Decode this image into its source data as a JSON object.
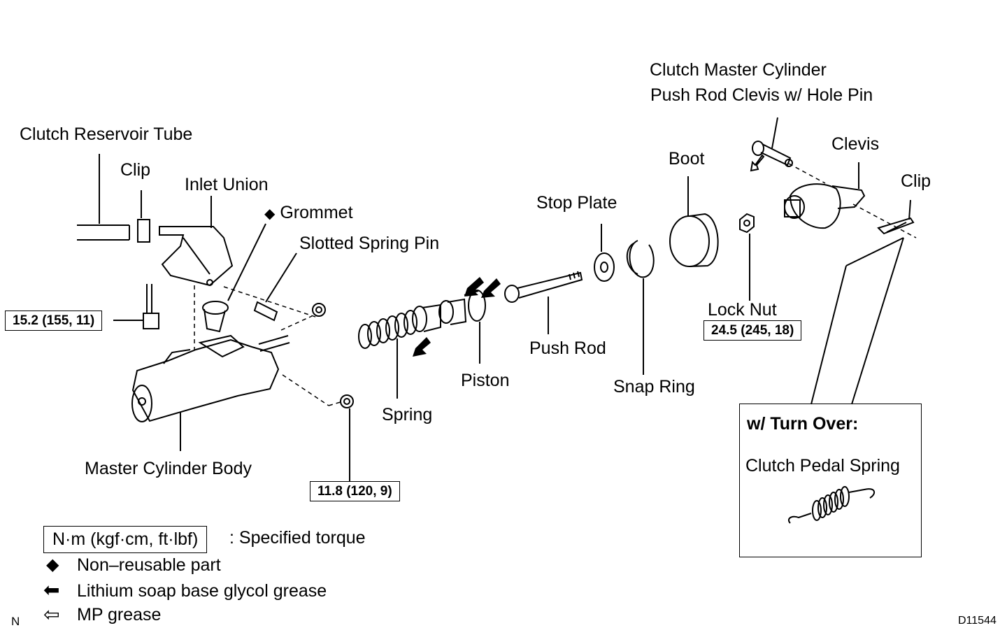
{
  "labels": {
    "reservoir_tube": "Clutch Reservoir Tube",
    "clip_left": "Clip",
    "inlet_union": "Inlet Union",
    "grommet": "Grommet",
    "slotted_pin": "Slotted Spring Pin",
    "stop_plate": "Stop Plate",
    "boot": "Boot",
    "clevis_pin_line1": "Clutch Master Cylinder",
    "clevis_pin_line2": "Push Rod Clevis w/ Hole Pin",
    "clevis": "Clevis",
    "clip_right": "Clip",
    "lock_nut": "Lock Nut",
    "push_rod": "Push Rod",
    "piston": "Piston",
    "spring": "Spring",
    "snap_ring": "Snap Ring",
    "master_body": "Master Cylinder Body"
  },
  "torques": {
    "union": "15.2 (155, 11)",
    "body_nut": "11.8 (120, 9)",
    "lock_nut": "24.5 (245, 18)"
  },
  "inset": {
    "title": "w/ Turn Over:",
    "item": "Clutch Pedal Spring"
  },
  "legend": {
    "torque_unit": "N·m (kgf·cm, ft·lbf)",
    "torque_desc": ": Specified torque",
    "nonreusable_symbol": "◆",
    "nonreusable": "Non–reusable part",
    "lithium_symbol": "⬅",
    "lithium": "Lithium soap base glycol grease",
    "mp_symbol": "⇦",
    "mp": "MP grease"
  },
  "corner": {
    "left": "N",
    "right": "D11544"
  }
}
